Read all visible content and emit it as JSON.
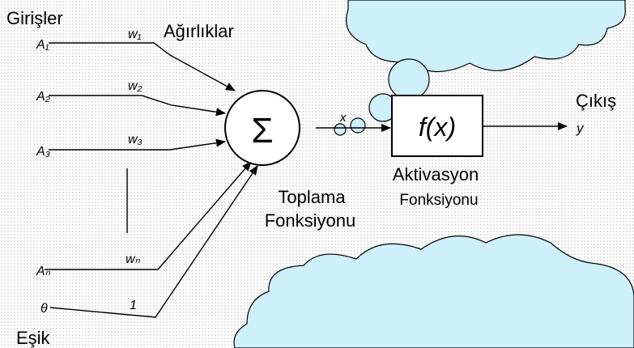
{
  "labels": {
    "inputs_title": "Girişler",
    "weights_title": "Ağırlıklar",
    "threshold_title": "Eşik",
    "output_title": "Çıkış",
    "output_var": "y",
    "sum_var": "x",
    "sum_symbol": "Σ",
    "activation_symbol": "f(x)",
    "summation_line1": "Toplama",
    "summation_line2": "Fonksiyonu",
    "activation_line1": "Aktivasyon",
    "activation_line2": "Fonksiyonu"
  },
  "inputs": [
    "A₁",
    "A₂",
    "A₃",
    "Aₙ",
    "θ"
  ],
  "weights": [
    "w₁",
    "w₂",
    "w₃",
    "wₙ",
    "1"
  ],
  "colors": {
    "cloud_fill": "#cdf0fb",
    "cloud_stroke": "#000000",
    "line": "#000000"
  }
}
